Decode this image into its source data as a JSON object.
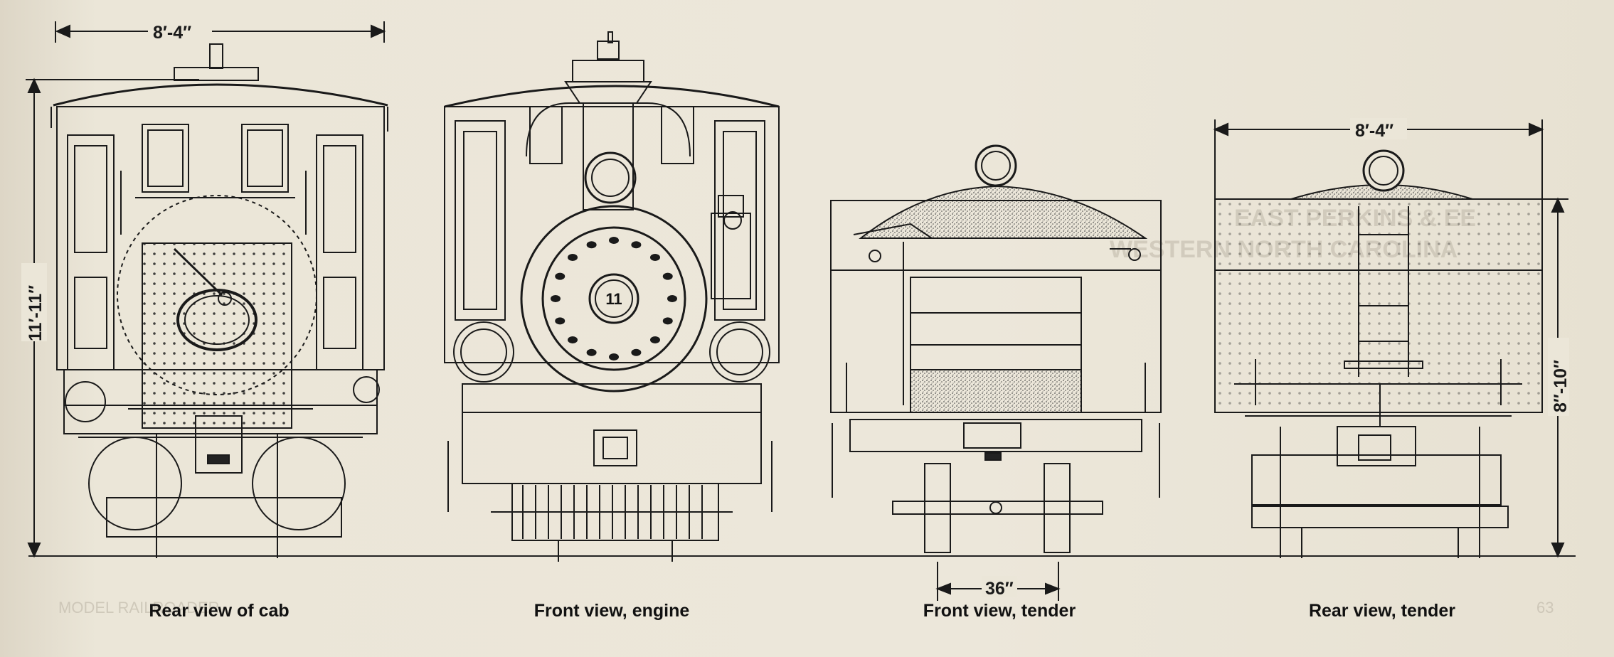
{
  "dimensions": {
    "cab_width": "8′-4″",
    "cab_height": "11′-11″",
    "tender_width": "8′-4″",
    "tender_height": "8″-10″",
    "gauge": "36″"
  },
  "captions": {
    "rear_cab": "Rear view of cab",
    "front_engine": "Front view, engine",
    "front_tender": "Front view, tender",
    "rear_tender": "Rear view, tender"
  },
  "number_plate": "11",
  "bleed_through": {
    "page_number": "63",
    "heading_line1": "EAST PERKINS & EE",
    "heading_line2": "WESTERN NORTH CAROLINA",
    "footer": "MODEL RAILROADER"
  },
  "colors": {
    "paper": "#ebe6d8",
    "ink": "#1a1a1a"
  }
}
